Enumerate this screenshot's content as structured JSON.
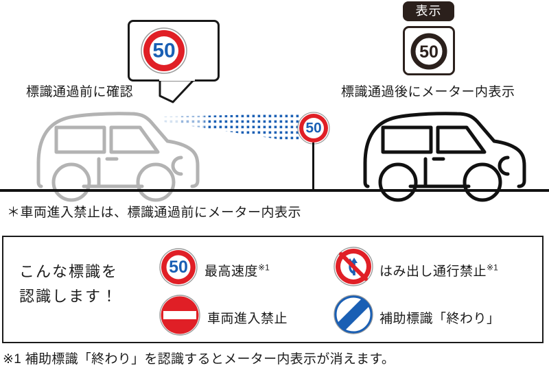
{
  "colors": {
    "sign_red": "#e01f26",
    "sign_blue": "#1a5fb4",
    "beam_blue": "#1a5fb4",
    "car_before": "#b3b3b3",
    "car_after": "#111111",
    "ink": "#1a1a1a",
    "badge_dark": "#2b201c",
    "sign_rim_gray": "#9a9a9a"
  },
  "before": {
    "bubble_sign_value": "50",
    "caption": "標識通過前に確認",
    "icon": "speech-bubble"
  },
  "after": {
    "badge_label": "表示",
    "meter_sign_value": "50",
    "caption": "標識通過後にメーター内表示"
  },
  "scene": {
    "roadside_sign_value": "50",
    "beam_icon": "sensor-beam-dots",
    "car_before_icon": "car-silhouette-gray",
    "car_after_icon": "car-silhouette-black"
  },
  "note": "＊車両進入禁止は、標識通過前にメーター内表示",
  "panel": {
    "title_line1": "こんな標識を",
    "title_line2": "認識します！",
    "signs": [
      {
        "icon": "speed-limit-50-sign",
        "value": "50",
        "label": "最高速度",
        "footnote_mark": "※1"
      },
      {
        "icon": "no-overtaking-sign",
        "value": "",
        "label": "はみ出し通行禁止",
        "footnote_mark": "※1"
      },
      {
        "icon": "no-entry-sign",
        "value": "",
        "label": "車両進入禁止",
        "footnote_mark": ""
      },
      {
        "icon": "end-of-restriction-sign",
        "value": "",
        "label": "補助標識「終わり」",
        "footnote_mark": ""
      }
    ]
  },
  "footnote": "※1 補助標識「終わり」を認識するとメーター内表示が消えます。"
}
